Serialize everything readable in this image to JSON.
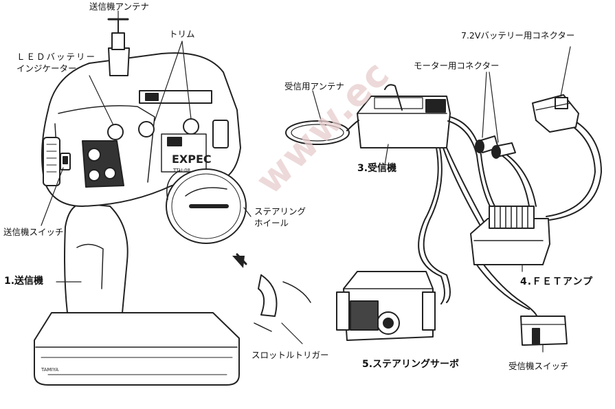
{
  "watermark": "www.ec",
  "labels": {
    "tx_antenna": "送信機アンテナ",
    "trim": "トリム",
    "led": "ＬＥＤバッテリー",
    "indicator": "インジケーター",
    "tx_switch": "送信機スイッチ",
    "transmitter": "1.送信機",
    "steering_wheel_1": "ステアリング",
    "steering_wheel_2": "ホイール",
    "throttle_trigger": "スロットルトリガー",
    "rx_antenna": "受信用アンテナ",
    "receiver": "3.受信機",
    "motor_connector": "モーター用コネクター",
    "battery_connector": "7.2Vバッテリー用コネクター",
    "fet_amp": "4.ＦＥＴアンプ",
    "steering_servo": "5.ステアリングサーボ",
    "rx_switch": "受信機スイッチ"
  },
  "printed": {
    "brand_tx": "TAMIYA",
    "brand_wheel": "TAMIYA",
    "model": "EXPEC",
    "model_sub": "TTU-08"
  }
}
